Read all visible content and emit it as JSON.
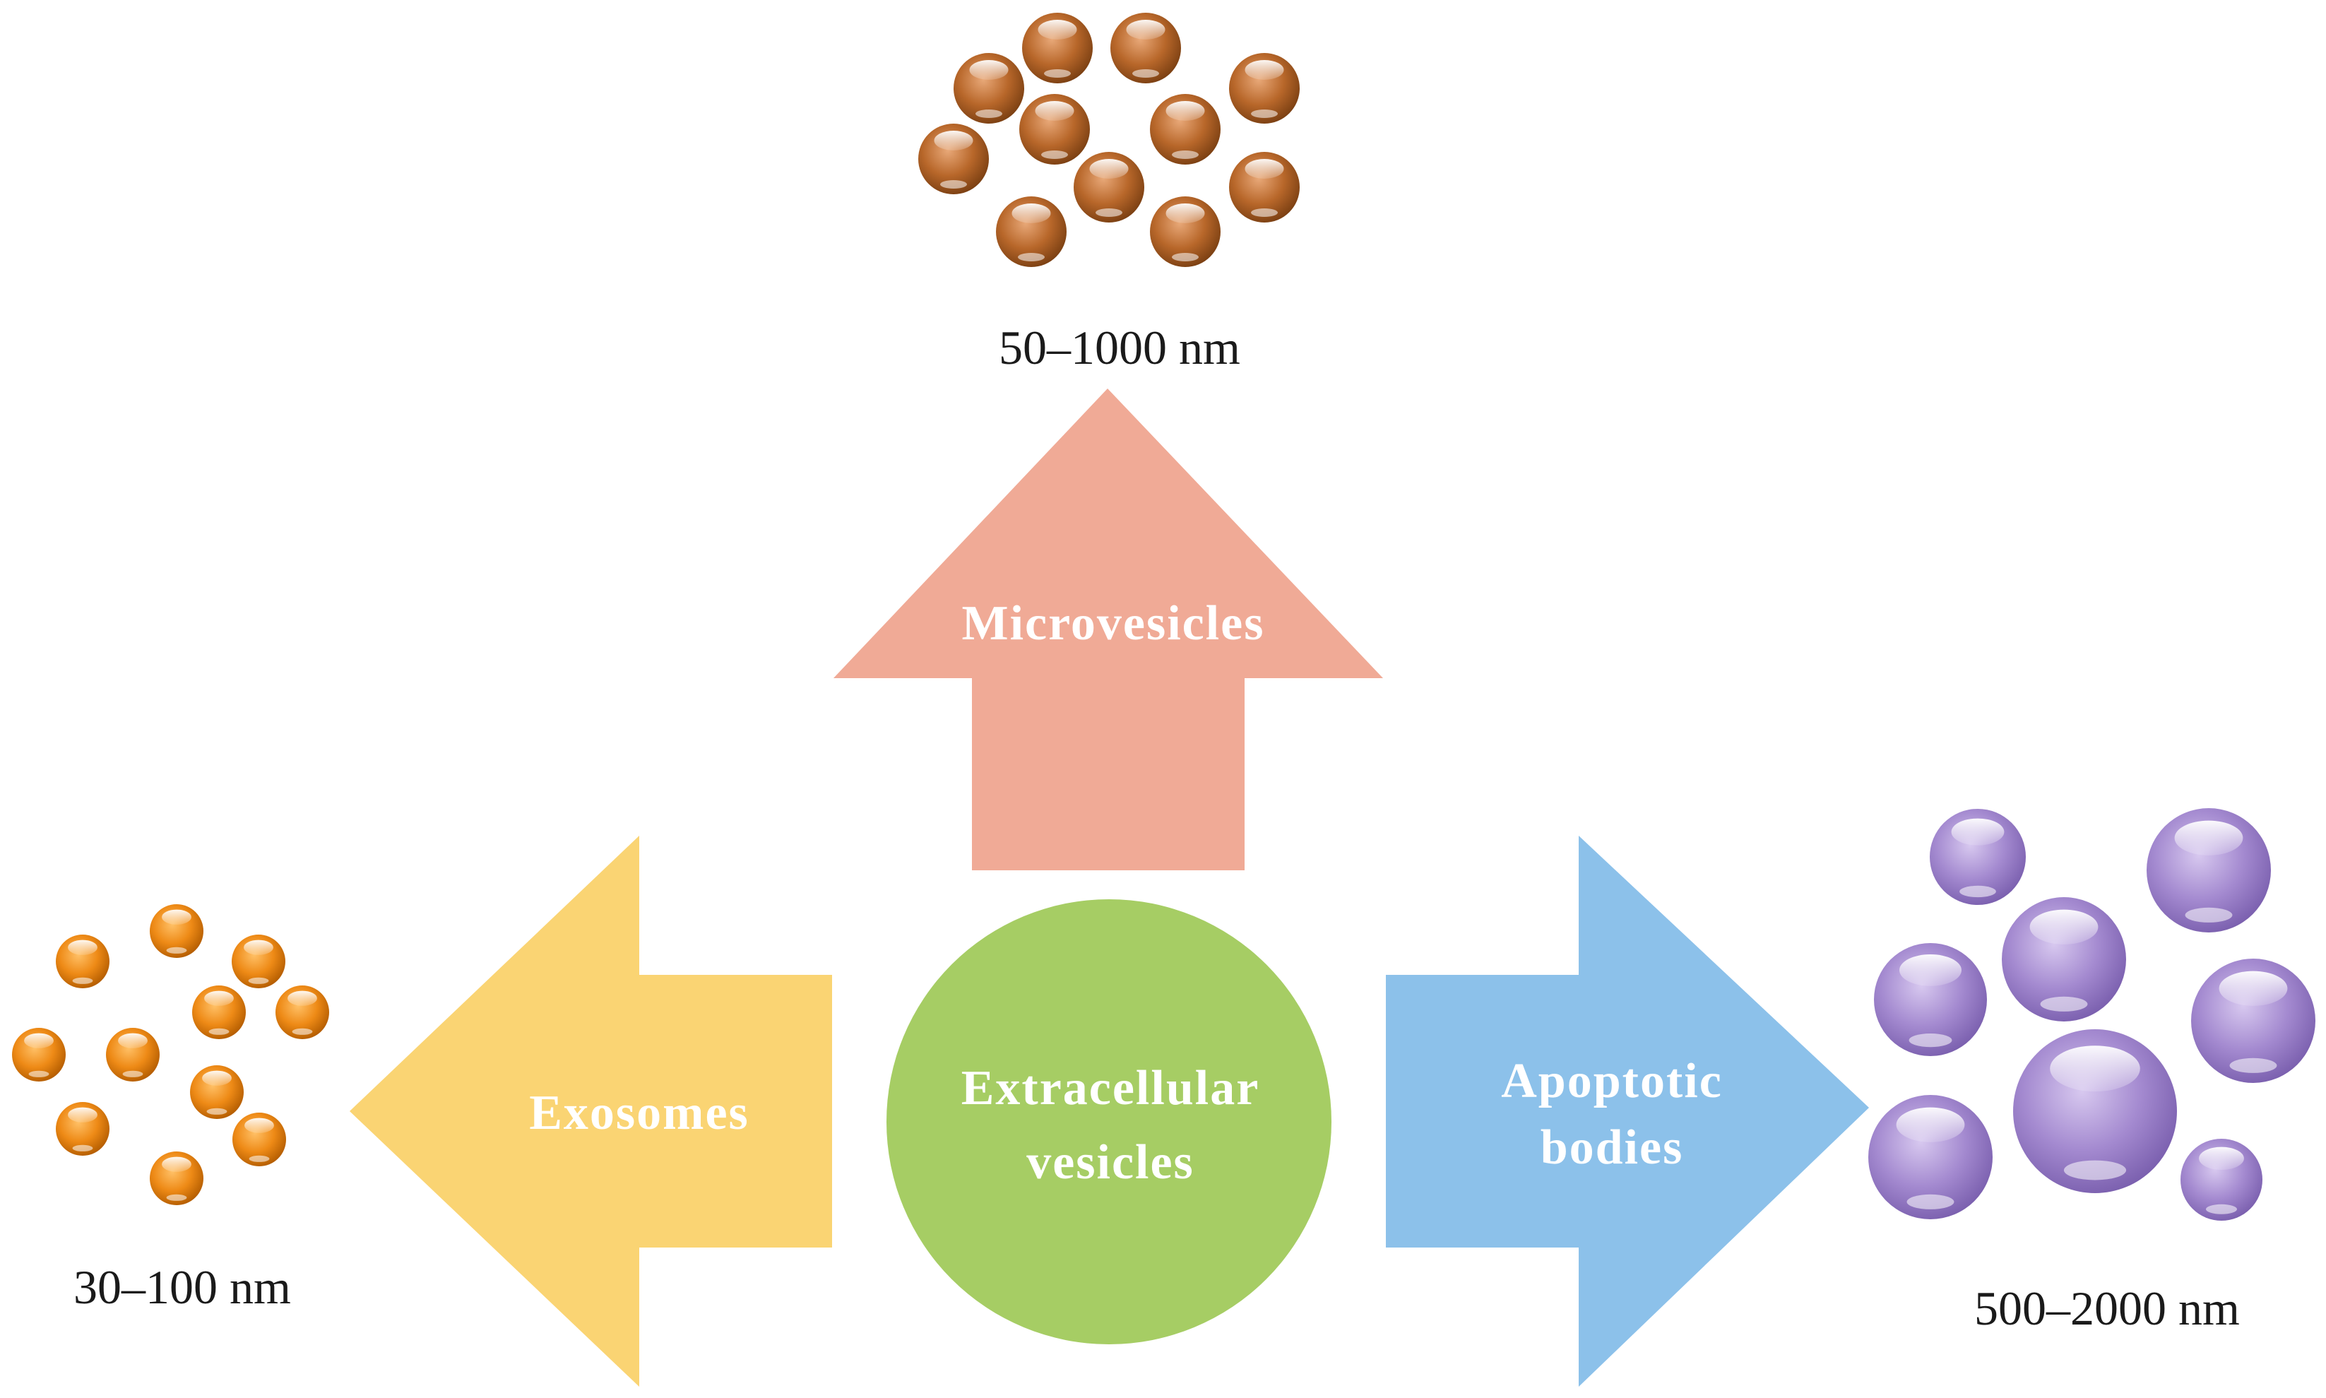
{
  "center": {
    "line1": "Extracellular",
    "line2": "vesicles",
    "color": "#a6cd64"
  },
  "arrows": {
    "up": {
      "label": "Microvesicles",
      "color": "#f0aa96"
    },
    "left": {
      "label": "Exosomes",
      "color": "#fad473"
    },
    "right": {
      "line1": "Apoptotic",
      "line2": "bodies",
      "color": "#8cc1ea"
    }
  },
  "clusters": {
    "microvesicles": {
      "size_label": "50–1000 nm",
      "color": "#b8672a",
      "icon": "brown-sphere-cluster"
    },
    "exosomes": {
      "size_label": "30–100 nm",
      "color": "#ee8a16",
      "icon": "orange-sphere-cluster"
    },
    "apoptotic_bodies": {
      "size_label": "500–2000 nm",
      "color": "#a48ad0",
      "icon": "purple-sphere-cluster"
    }
  }
}
